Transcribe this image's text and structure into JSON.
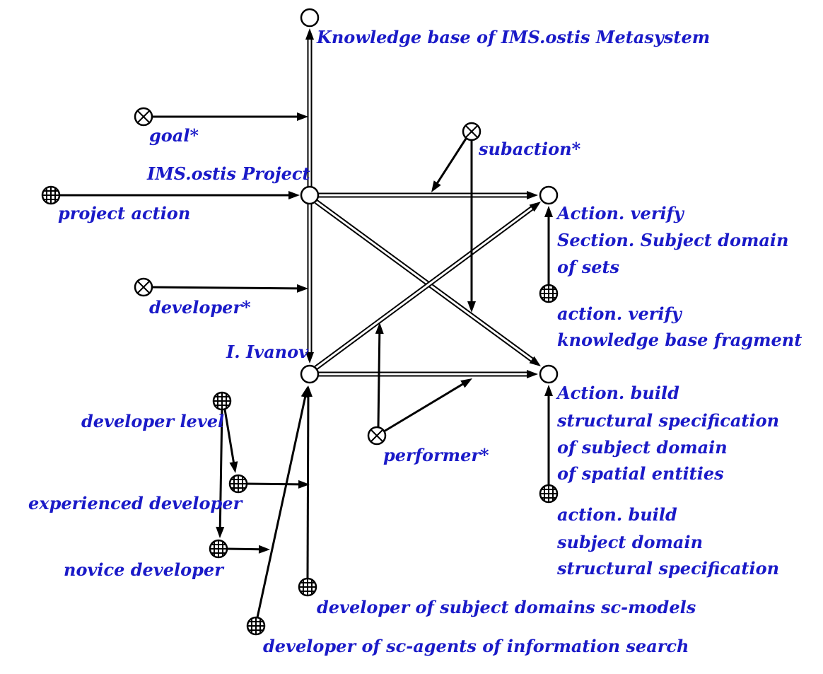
{
  "labels": {
    "kb_metasystem": "Knowledge base of IMS.ostis Metasystem",
    "goal": "goal*",
    "subaction": "subaction*",
    "ims_project": "IMS.ostis Project",
    "project_action": "project action",
    "action_verify_1": "Action. verify",
    "action_verify_2": "Section. Subject domain",
    "action_verify_3": "of sets",
    "developer_rel": "developer*",
    "action_verify_class_1": "action. verify",
    "action_verify_class_2": "knowledge base fragment",
    "ivanov": "I. Ivanov",
    "developer_level": "developer level",
    "action_build_1": "Action. build",
    "action_build_2": "structural specification",
    "action_build_3": "of subject domain",
    "action_build_4": "of spatial entities",
    "performer": "performer*",
    "experienced_developer": "experienced developer",
    "action_build_class_1": "action. build",
    "action_build_class_2": "subject domain",
    "action_build_class_3": "structural specification",
    "novice_developer": "novice developer",
    "dev_sd_models": "developer of subject domains sc-models",
    "dev_sc_agents": "developer of sc-agents of information search"
  },
  "colors": {
    "label": "#1a1ac8",
    "line": "#000000",
    "node_fill": "#ffffff"
  }
}
